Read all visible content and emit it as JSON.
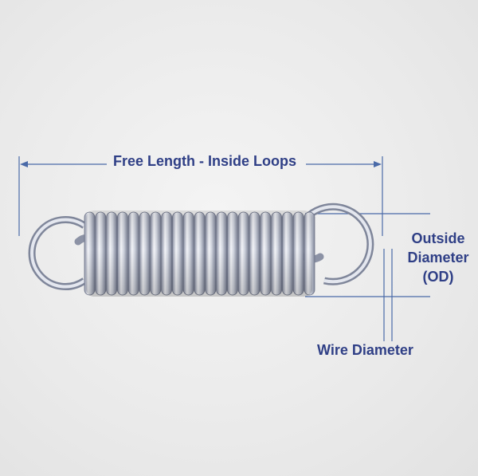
{
  "labels": {
    "free_length": "Free Length - Inside Loops",
    "outside_diameter_line1": "Outside",
    "outside_diameter_line2": "Diameter",
    "outside_diameter_line3": "(OD)",
    "wire_diameter": "Wire Diameter"
  },
  "colors": {
    "label": "#2f3f86",
    "dimension_line": "#4a6aa8",
    "spring": "#c7ccd8"
  }
}
